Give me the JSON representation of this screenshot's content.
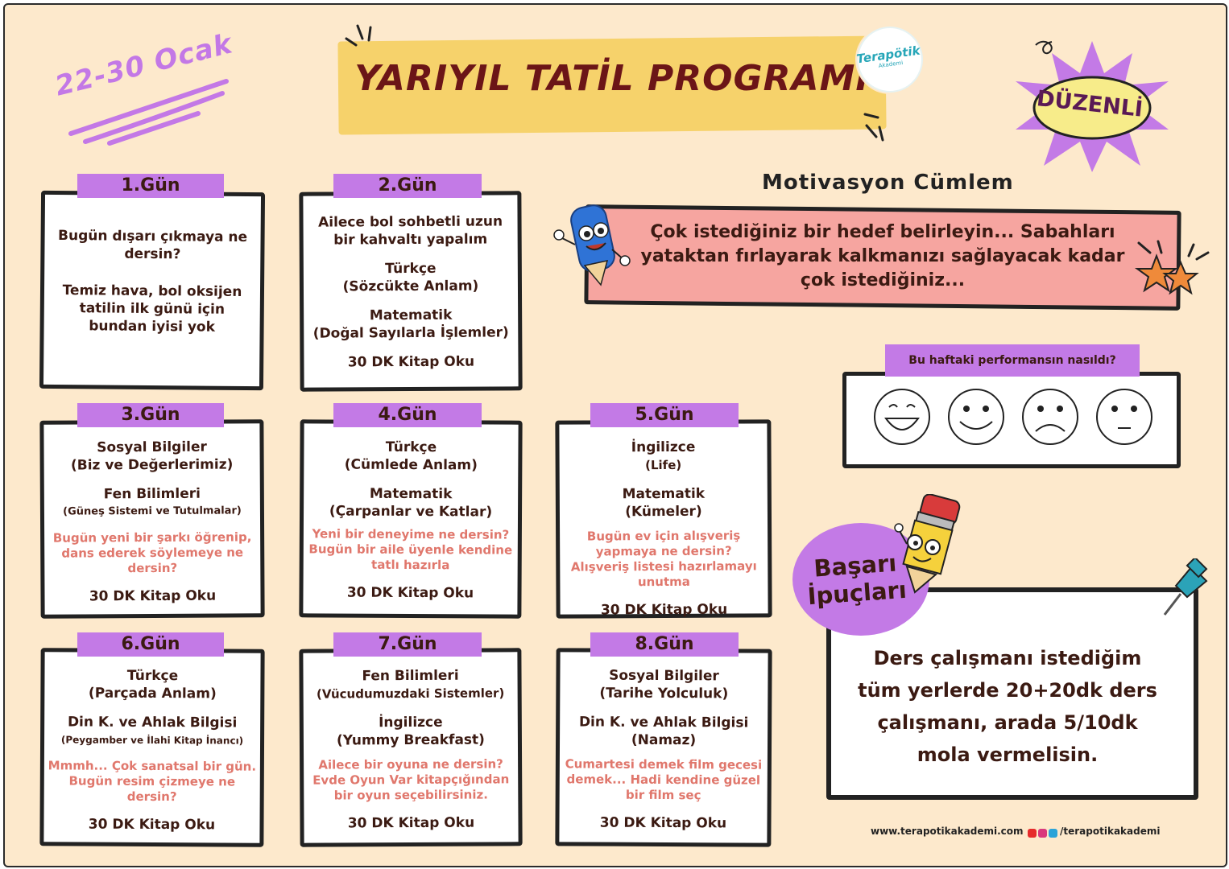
{
  "header": {
    "date_range": "22-30 Ocak",
    "title": "YARIYIL TATİL PROGRAMI",
    "logo_text": "Terapötik",
    "logo_sub": "Akademi",
    "badge": "DÜZENLİ"
  },
  "days": [
    {
      "label": "1.Gün",
      "lines": [
        {
          "kind": "lesson",
          "text": "Bugün dışarı çıkmaya ne dersin?"
        },
        {
          "kind": "lesson",
          "text": "Temiz hava, bol oksijen tatilin ilk günü için bundan iyisi yok"
        }
      ]
    },
    {
      "label": "2.Gün",
      "lines": [
        {
          "kind": "lesson",
          "text": "Ailece bol sohbetli uzun bir kahvaltı yapalım"
        },
        {
          "kind": "lesson",
          "text": "Türkçe"
        },
        {
          "kind": "sub",
          "text": "(Sözcükte Anlam)"
        },
        {
          "kind": "lesson",
          "text": "Matematik"
        },
        {
          "kind": "sub",
          "text": "(Doğal Sayılarla İşlemler)"
        },
        {
          "kind": "read",
          "text": "30 DK Kitap Oku"
        }
      ]
    },
    {
      "label": "3.Gün",
      "lines": [
        {
          "kind": "lesson",
          "text": "Sosyal Bilgiler"
        },
        {
          "kind": "sub",
          "text": "(Biz ve Değerlerimiz)"
        },
        {
          "kind": "lesson",
          "text": "Fen Bilimleri"
        },
        {
          "kind": "small",
          "text": "(Güneş Sistemi ve Tutulmalar)"
        },
        {
          "kind": "tip",
          "text": "Bugün yeni bir şarkı öğrenip, dans ederek söylemeye ne dersin?"
        },
        {
          "kind": "read",
          "text": "30 DK Kitap Oku"
        }
      ]
    },
    {
      "label": "4.Gün",
      "lines": [
        {
          "kind": "lesson",
          "text": "Türkçe"
        },
        {
          "kind": "sub",
          "text": "(Cümlede Anlam)"
        },
        {
          "kind": "lesson",
          "text": "Matematik"
        },
        {
          "kind": "sub",
          "text": "(Çarpanlar ve Katlar)"
        },
        {
          "kind": "tip",
          "text": "Yeni bir deneyime ne dersin? Bugün bir aile üyenle kendine tatlı hazırla"
        },
        {
          "kind": "read",
          "text": "30 DK Kitap Oku"
        }
      ]
    },
    {
      "label": "5.Gün",
      "lines": [
        {
          "kind": "lesson",
          "text": "İngilizce"
        },
        {
          "kind": "sub",
          "text": "(Life)"
        },
        {
          "kind": "lesson",
          "text": "Matematik"
        },
        {
          "kind": "sub",
          "text": "(Kümeler)"
        },
        {
          "kind": "tip",
          "text": "Bugün ev için alışveriş yapmaya ne dersin? Alışveriş listesi hazırlamayı unutma"
        },
        {
          "kind": "read",
          "text": "30 DK Kitap Oku"
        }
      ]
    },
    {
      "label": "6.Gün",
      "lines": [
        {
          "kind": "lesson",
          "text": "Türkçe"
        },
        {
          "kind": "sub",
          "text": "(Parçada Anlam)"
        },
        {
          "kind": "lesson",
          "text": "Din K. ve Ahlak Bilgisi"
        },
        {
          "kind": "small",
          "text": "(Peygamber ve İlahi Kitap İnancı)"
        },
        {
          "kind": "tip",
          "text": "Mmmh... Çok sanatsal bir gün. Bugün resim çizmeye ne dersin?"
        },
        {
          "kind": "read",
          "text": "30 DK Kitap Oku"
        }
      ]
    },
    {
      "label": "7.Gün",
      "lines": [
        {
          "kind": "lesson",
          "text": "Fen Bilimleri"
        },
        {
          "kind": "sub",
          "text": "(Vücudumuzdaki Sistemler)"
        },
        {
          "kind": "lesson",
          "text": "İngilizce"
        },
        {
          "kind": "sub",
          "text": "(Yummy Breakfast)"
        },
        {
          "kind": "tip",
          "text": "Ailece bir oyuna ne dersin? Evde Oyun Var kitapçığından bir oyun seçebilirsiniz."
        },
        {
          "kind": "read",
          "text": "30 DK Kitap Oku"
        }
      ]
    },
    {
      "label": "8.Gün",
      "lines": [
        {
          "kind": "lesson",
          "text": "Sosyal Bilgiler"
        },
        {
          "kind": "sub",
          "text": "(Tarihe Yolculuk)"
        },
        {
          "kind": "lesson",
          "text": "Din K. ve Ahlak Bilgisi"
        },
        {
          "kind": "sub",
          "text": "(Namaz)"
        },
        {
          "kind": "tip",
          "text": "Cumartesi demek film gecesi demek... Hadi kendine güzel bir film seç"
        },
        {
          "kind": "read",
          "text": "30 DK Kitap Oku"
        }
      ]
    }
  ],
  "motivation": {
    "title": "Motivasyon Cümlem",
    "text": "Çok istediğiniz bir hedef belirleyin... Sabahları yataktan fırlayarak kalkmanızı sağlayacak kadar çok istediğiniz..."
  },
  "performance": {
    "question": "Bu haftaki performansın nasıldı?",
    "faces": [
      "laughing-face-icon",
      "smiling-face-icon",
      "frowning-face-icon",
      "neutral-face-icon"
    ]
  },
  "tips": {
    "title": "Başarı İpuçları",
    "text": "Ders çalışmanı istediğim tüm yerlerde 20+20dk ders çalışmanı, arada 5/10dk mola vermelisin."
  },
  "footer": {
    "website": "www.terapotikakademi.com",
    "social": "/terapotikakademi"
  },
  "colors": {
    "background": "#fde9cc",
    "accent_purple": "#c37ae6",
    "banner_yellow": "#f6d26b",
    "motivation_pink": "#f6a5a0",
    "tip_red": "#e0776c"
  }
}
